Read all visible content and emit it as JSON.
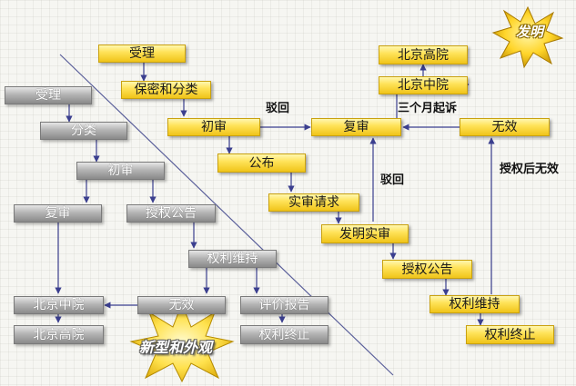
{
  "invention": {
    "title": "发明",
    "nodes": {
      "shouli": "受理",
      "baomi": "保密和分类",
      "chushen": "初审",
      "gongbu": "公布",
      "shishen_qingqiu": "实审请求",
      "faming_shishen": "发明实审",
      "shouquan_gonggao": "授权公告",
      "quanli_weichi": "权利维持",
      "quanli_zhongzhi": "权利终止",
      "fushen": "复审",
      "beijing_zhongyuan": "北京中院",
      "beijing_gaoyuan": "北京高院",
      "wuxiao": "无效"
    },
    "labels": {
      "bohui_1": "驳回",
      "bohui_2": "驳回",
      "sangeyue": "三个月起诉",
      "shouquanhou_wuxiao": "授权后无效"
    }
  },
  "design": {
    "title": "新型和外观",
    "nodes": {
      "shouli": "受理",
      "fenlei": "分类",
      "chushen": "初审",
      "fushen": "复审",
      "shouquan_gonggao": "授权公告",
      "quanli_weichi": "权利维持",
      "beijing_zhongyuan": "北京中院",
      "wuxiao": "无效",
      "pingjia_baogao": "评价报告",
      "beijing_gaoyuan": "北京高院",
      "quanli_zhongzhi": "权利终止"
    }
  }
}
